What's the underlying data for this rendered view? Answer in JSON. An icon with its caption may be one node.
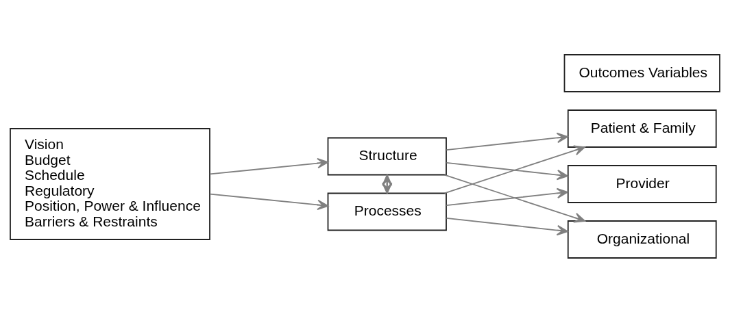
{
  "diagram": {
    "nodes": [
      {
        "text": [
          "Outcomes Variables"
        ]
      },
      {
        "text": [
          "Vision",
          "Budget",
          "Schedule",
          "Regulatory",
          "Position, Power & Influence",
          "Barriers & Restraints"
        ]
      },
      {
        "text": [
          "Structure"
        ]
      },
      {
        "text": [
          "Processes"
        ]
      },
      {
        "text": [
          "Patient & Family"
        ]
      },
      {
        "text": [
          "Provider"
        ]
      },
      {
        "text": [
          "Organizational"
        ]
      }
    ],
    "edges": [
      {
        "from": 1,
        "to": 2,
        "arrow": "to"
      },
      {
        "from": 1,
        "to": 3,
        "arrow": "to"
      },
      {
        "from": 2,
        "to": 3,
        "arrow": "both"
      },
      {
        "from": 2,
        "to": 4,
        "arrow": "to"
      },
      {
        "from": 2,
        "to": 5,
        "arrow": "to"
      },
      {
        "from": 2,
        "to": 6,
        "arrow": "to"
      },
      {
        "from": 3,
        "to": 4,
        "arrow": "to"
      },
      {
        "from": 3,
        "to": 5,
        "arrow": "to"
      },
      {
        "from": 3,
        "to": 6,
        "arrow": "to"
      }
    ]
  }
}
